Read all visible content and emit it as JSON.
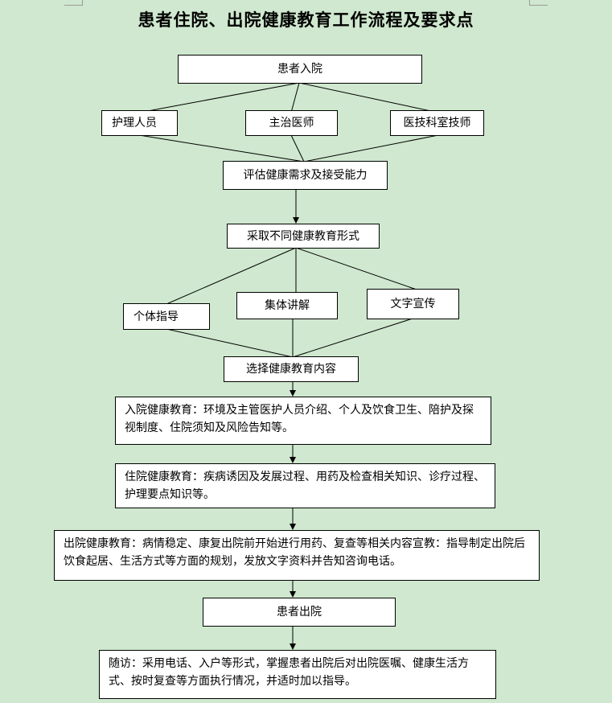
{
  "title": "患者住院、出院健康教育工作流程及要求点",
  "nodes": {
    "admission": "患者入院",
    "nurse": "护理人员",
    "attending_doctor": "主治医师",
    "tech_staff": "医技科室技师",
    "assess": "评估健康需求及接受能力",
    "education_form": "采取不同健康教育形式",
    "individual": "个体指导",
    "group_lecture": "集体讲解",
    "written_material": "文字宣传",
    "select_content": "选择健康教育内容",
    "admission_education": "入院健康教育：环境及主管医护人员介绍、个人及饮食卫生、陪护及探视制度、住院须知及风险告知等。",
    "inpatient_education": "住院健康教育：疾病诱因及发展过程、用药及检查相关知识、诊疗过程、护理要点知识等。",
    "discharge_education": "出院健康教育：病情稳定、康复出院前开始进行用药、复查等相关内容宣教：指导制定出院后饮食起居、生活方式等方面的规划，发放文字资料并告知咨询电话。",
    "discharge": "患者出院",
    "follow_up": "随访：采用电话、入户等形式，掌握患者出院后对出院医嘱、健康生活方式、按时复查等方面执行情况，并适时加以指导。"
  },
  "colors": {
    "background": "#cfe8cf",
    "box_fill": "#ffffff",
    "line": "#000000"
  }
}
